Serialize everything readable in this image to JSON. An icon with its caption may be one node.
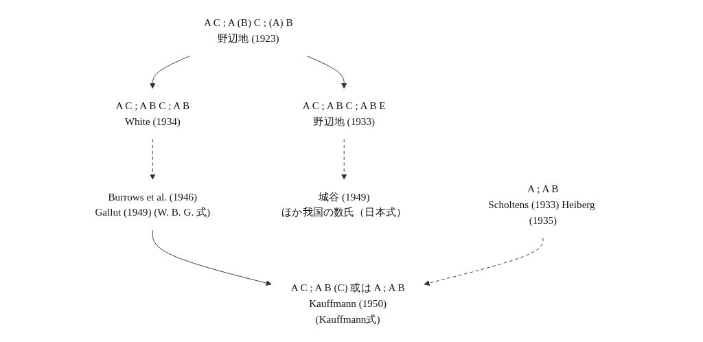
{
  "diagram": {
    "nodes": [
      {
        "text": [
          "A C ; A (B) C ; (A) B",
          "野辺地 (1923)"
        ]
      },
      {
        "text": [
          "A C ; A B C ; A B E",
          "野辺地 (1933)"
        ]
      },
      {
        "text": [
          "A C ; A B C ; A B",
          "White (1934)"
        ]
      },
      {
        "text": [
          "A ; A B",
          "Scholtens (1933) Heiberg (1935)"
        ]
      },
      {
        "text": [
          "城谷 (1949)",
          "ほか我国の数氏（日本式）"
        ]
      },
      {
        "text": [
          "Burrows et al. (1946)",
          "Gallut (1949) (W. B. G. 式)"
        ]
      },
      {
        "text": [
          "A C ; A B (C) 或は A ; A B",
          "Kauffmann (1950)",
          "(Kauffmann式)"
        ]
      }
    ],
    "edges": [
      {
        "from": 0,
        "to": 1,
        "arrow": "to"
      },
      {
        "from": 0,
        "to": 2,
        "arrow": "to"
      },
      {
        "from": 1,
        "to": 4,
        "arrow": "to",
        "style": "dashed"
      },
      {
        "from": 2,
        "to": 5,
        "arrow": "to",
        "style": "dashed"
      },
      {
        "from": 5,
        "to": 6,
        "arrow": "to"
      },
      {
        "from": 3,
        "to": 6,
        "arrow": "to",
        "style": "dashed"
      }
    ]
  }
}
